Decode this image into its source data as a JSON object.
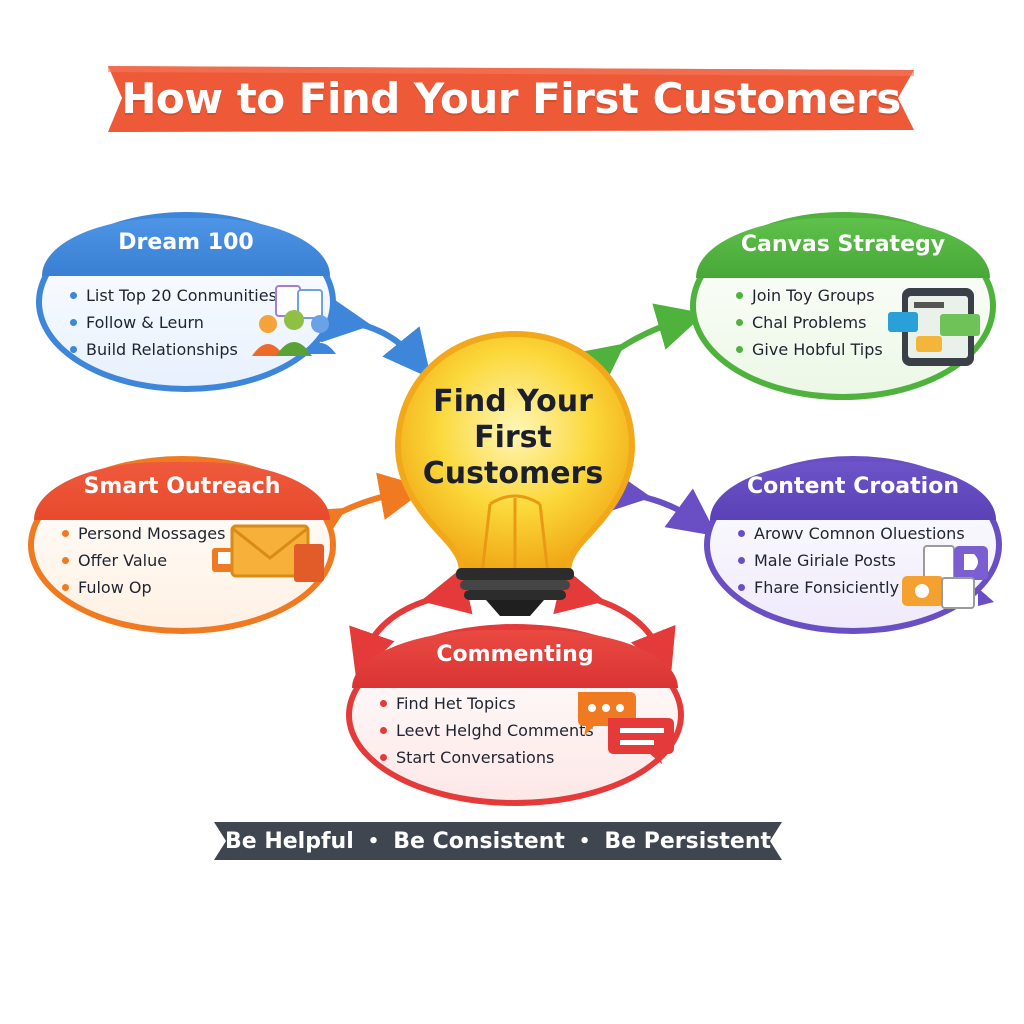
{
  "title": "How to Find Your First Customers",
  "center": {
    "lines": [
      "Find Your",
      "First",
      "Customers"
    ]
  },
  "cards": {
    "dream": {
      "title": "Dream 100",
      "items": [
        "List Top 20 Conmunities",
        "Follow & Leurn",
        "Build Relationships"
      ]
    },
    "canvas": {
      "title": "Canvas Strategy",
      "items": [
        "Join Toy Groups",
        "Chal Problems",
        "Give Hobful Tips"
      ]
    },
    "outreach": {
      "title": "Smart Outreach",
      "items": [
        "Persond Mossages",
        "Offer Value",
        "Fulow Op"
      ]
    },
    "content": {
      "title": "Content Croation",
      "items": [
        "Arowv Comnon Oluestions",
        "Male Giriale Posts",
        "Fhare Fonsiciently"
      ]
    },
    "comment": {
      "title": "Commenting",
      "items": [
        "Find Het Topics",
        "Leevt Helghd Comments",
        "Start Conversations"
      ]
    }
  },
  "tagline": [
    "Be Helpful",
    "Be Consistent",
    "Be Persistent"
  ],
  "tagline_sep": "•",
  "colors": {
    "title_ribbon": "#ee5a38",
    "dream": "#3d86da",
    "canvas": "#4fb23d",
    "outreach": "#f07a22",
    "content": "#6a4fc4",
    "comment": "#e43a3a",
    "bulb": "#f7c623",
    "tag_ribbon": "#3f4650"
  }
}
